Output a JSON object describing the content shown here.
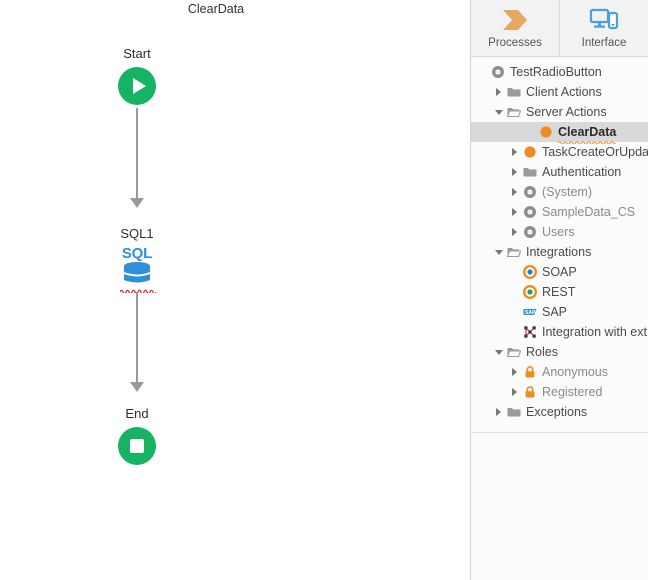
{
  "flow": {
    "title": "ClearData",
    "nodes": [
      {
        "label": "Start",
        "icon": "start-play-icon",
        "type": "start"
      },
      {
        "label": "SQL1",
        "icon": "sql-database-icon",
        "type": "sql",
        "has_error": true
      },
      {
        "label": "End",
        "icon": "end-stop-icon",
        "type": "end"
      }
    ],
    "connectors": 2,
    "colors": {
      "node_green": "#16b364",
      "sql_blue": "#2f8fd8",
      "connector_gray": "#9a9a9a",
      "error_red": "#e03131"
    }
  },
  "toolbar": {
    "items": [
      {
        "label": "Processes",
        "icon": "processes-chevron-icon",
        "color": "#e8a765"
      },
      {
        "label": "Interface",
        "icon": "interface-monitor-icon",
        "color": "#4a9fe0"
      }
    ]
  },
  "tree": {
    "items": [
      {
        "label": "TestRadioButton",
        "icon": "module-ring-icon",
        "indent": 0,
        "twisty": "none",
        "selected": false,
        "dim": false
      },
      {
        "label": "Client Actions",
        "icon": "folder-closed-icon",
        "indent": 1,
        "twisty": "collapsed",
        "selected": false,
        "dim": false
      },
      {
        "label": "Server Actions",
        "icon": "folder-open-icon",
        "indent": 1,
        "twisty": "expanded",
        "selected": false,
        "dim": false
      },
      {
        "label": "ClearData",
        "icon": "action-orange-icon",
        "indent": 3,
        "twisty": "none",
        "selected": true,
        "dim": false,
        "error": true
      },
      {
        "label": "TaskCreateOrUpdat",
        "icon": "action-orange-icon",
        "indent": 2,
        "twisty": "collapsed",
        "selected": false,
        "dim": false
      },
      {
        "label": "Authentication",
        "icon": "folder-closed-icon",
        "indent": 2,
        "twisty": "collapsed",
        "selected": false,
        "dim": false
      },
      {
        "label": "(System)",
        "icon": "module-ring-icon",
        "indent": 2,
        "twisty": "collapsed",
        "selected": false,
        "dim": true
      },
      {
        "label": "SampleData_CS",
        "icon": "module-ring-icon",
        "indent": 2,
        "twisty": "collapsed",
        "selected": false,
        "dim": true
      },
      {
        "label": "Users",
        "icon": "module-ring-icon",
        "indent": 2,
        "twisty": "collapsed",
        "selected": false,
        "dim": true
      },
      {
        "label": "Integrations",
        "icon": "folder-open-icon",
        "indent": 1,
        "twisty": "expanded",
        "selected": false,
        "dim": false
      },
      {
        "label": "SOAP",
        "icon": "soap-icon",
        "indent": 2,
        "twisty": "none",
        "selected": false,
        "dim": false
      },
      {
        "label": "REST",
        "icon": "rest-icon",
        "indent": 2,
        "twisty": "none",
        "selected": false,
        "dim": false
      },
      {
        "label": "SAP",
        "icon": "sap-icon",
        "indent": 2,
        "twisty": "none",
        "selected": false,
        "dim": false
      },
      {
        "label": "Integration with ext",
        "icon": "integration-graph-icon",
        "indent": 2,
        "twisty": "none",
        "selected": false,
        "dim": false
      },
      {
        "label": "Roles",
        "icon": "folder-open-icon",
        "indent": 1,
        "twisty": "expanded",
        "selected": false,
        "dim": false
      },
      {
        "label": "Anonymous",
        "icon": "role-lock-icon",
        "indent": 2,
        "twisty": "collapsed",
        "selected": false,
        "dim": true
      },
      {
        "label": "Registered",
        "icon": "role-lock-icon",
        "indent": 2,
        "twisty": "collapsed",
        "selected": false,
        "dim": true
      },
      {
        "label": "Exceptions",
        "icon": "folder-closed-icon",
        "indent": 1,
        "twisty": "collapsed",
        "selected": false,
        "dim": false
      }
    ],
    "colors": {
      "selection_bg": "#d9d9d9",
      "action_orange": "#ef8d22",
      "folder_gray": "#9b9b9b",
      "lock_orange": "#ef8d22",
      "panel_bg": "#fbfbfb"
    }
  }
}
